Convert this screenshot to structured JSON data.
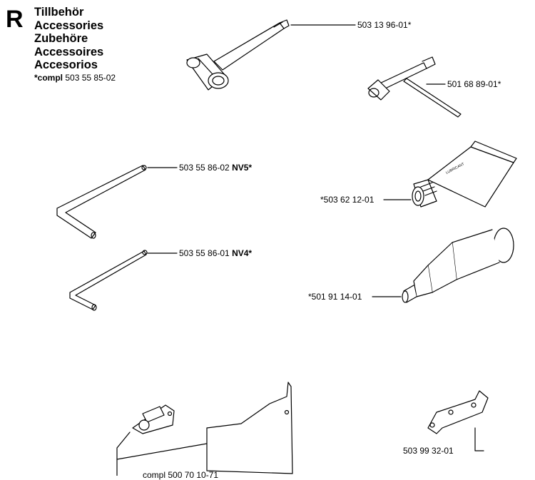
{
  "section_letter": "R",
  "titles": [
    "Tillbehör",
    "Accessories",
    "Zubehöre",
    "Accessoires",
    "Accesorios"
  ],
  "compl": {
    "prefix": "*compl",
    "number": "503 55 85-02"
  },
  "parts": [
    {
      "number": "503 13 96-01*",
      "suffix": ""
    },
    {
      "number": "501 68 89-01*",
      "suffix": ""
    },
    {
      "number": "503 55 86-02",
      "suffix": "NV5*"
    },
    {
      "number": "*503 62 12-01",
      "suffix": ""
    },
    {
      "number": "503 55 86-01",
      "suffix": "NV4*"
    },
    {
      "number": "*501 91 14-01",
      "suffix": ""
    },
    {
      "number": "503 99 32-01",
      "suffix": ""
    },
    {
      "number": "compl 500 70 10-71",
      "suffix": ""
    }
  ]
}
